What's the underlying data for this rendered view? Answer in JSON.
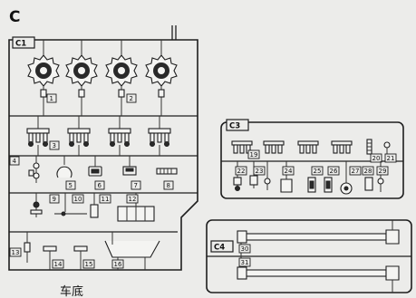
{
  "sprue_letter": "C",
  "caption": "车底",
  "sections": {
    "c1": "C1",
    "c3": "C3",
    "c4": "C4"
  },
  "parts": {
    "p1": "1",
    "p2": "2",
    "p3": "3",
    "p4": "4",
    "p5": "5",
    "p6": "6",
    "p7": "7",
    "p8": "8",
    "p9": "9",
    "p10": "10",
    "p11": "11",
    "p12": "12",
    "p13": "13",
    "p14": "14",
    "p15": "15",
    "p16": "16",
    "p19": "19",
    "p20": "20",
    "p21": "21",
    "p22": "22",
    "p23": "23",
    "p24": "24",
    "p25": "25",
    "p26": "26",
    "p27": "27",
    "p28": "28",
    "p29": "29",
    "p30": "30",
    "p31": "31"
  }
}
